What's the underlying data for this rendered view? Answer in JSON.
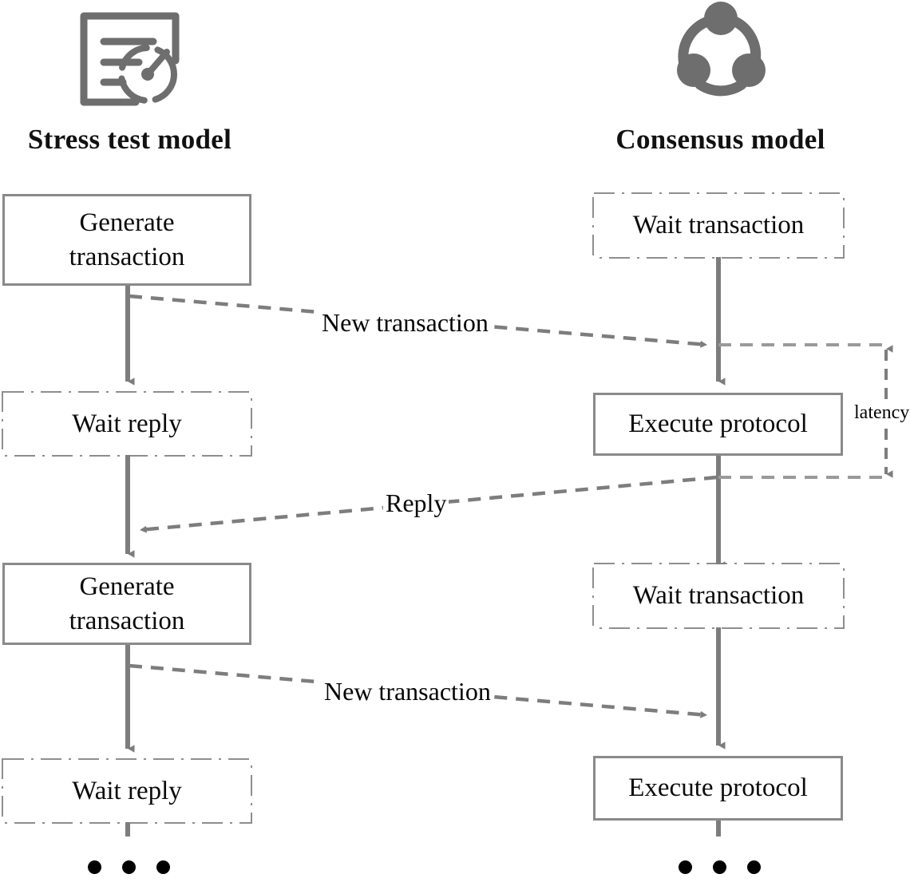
{
  "diagram": {
    "title_left": "Stress test model",
    "title_right": "Consensus model",
    "icon_left": "document-gauge-icon",
    "icon_right": "consensus-nodes-icon",
    "accent_gray": "#7d7d7d",
    "border_gray": "#8a8a8a",
    "text_black": "#0a0a0a",
    "background": "#ffffff"
  },
  "columns": [
    {
      "id": "stress-test",
      "title": "Stress test model",
      "nodes": [
        {
          "id": "gen-tx-1",
          "label": "Generate\ntransaction",
          "line1": "Generate",
          "line2": "transaction",
          "style": "solid"
        },
        {
          "id": "wait-reply-1",
          "label": "Wait reply",
          "line1": "Wait reply",
          "line2": "",
          "style": "dash-dot"
        },
        {
          "id": "gen-tx-2",
          "label": "Generate\ntransaction",
          "line1": "Generate",
          "line2": "transaction",
          "style": "solid"
        },
        {
          "id": "wait-reply-2",
          "label": "Wait reply",
          "line1": "Wait reply",
          "line2": "",
          "style": "dash-dot"
        }
      ],
      "continuation": "•••"
    },
    {
      "id": "consensus",
      "title": "Consensus model",
      "nodes": [
        {
          "id": "wait-tx-1",
          "label": "Wait transaction",
          "line1": "Wait transaction",
          "line2": "",
          "style": "dash-dot"
        },
        {
          "id": "exec-proto-1",
          "label": "Execute protocol",
          "line1": "Execute protocol",
          "line2": "",
          "style": "solid"
        },
        {
          "id": "wait-tx-2",
          "label": "Wait transaction",
          "line1": "Wait transaction",
          "line2": "",
          "style": "dash-dot"
        },
        {
          "id": "exec-proto-2",
          "label": "Execute protocol",
          "line1": "Execute protocol",
          "line2": "",
          "style": "solid"
        }
      ],
      "continuation": "•••"
    }
  ],
  "messages": [
    {
      "id": "new-transaction-1",
      "label": "New transaction",
      "from": "stress-test",
      "to": "consensus",
      "style": "dashed"
    },
    {
      "id": "reply-1",
      "label": "Reply",
      "from": "consensus",
      "to": "stress-test",
      "style": "dashed"
    },
    {
      "id": "new-transaction-2",
      "label": "New transaction",
      "from": "stress-test",
      "to": "consensus",
      "style": "dashed"
    }
  ],
  "annotations": [
    {
      "id": "latency",
      "label": "latency",
      "style": "double-headed-dashed-arrow"
    }
  ]
}
